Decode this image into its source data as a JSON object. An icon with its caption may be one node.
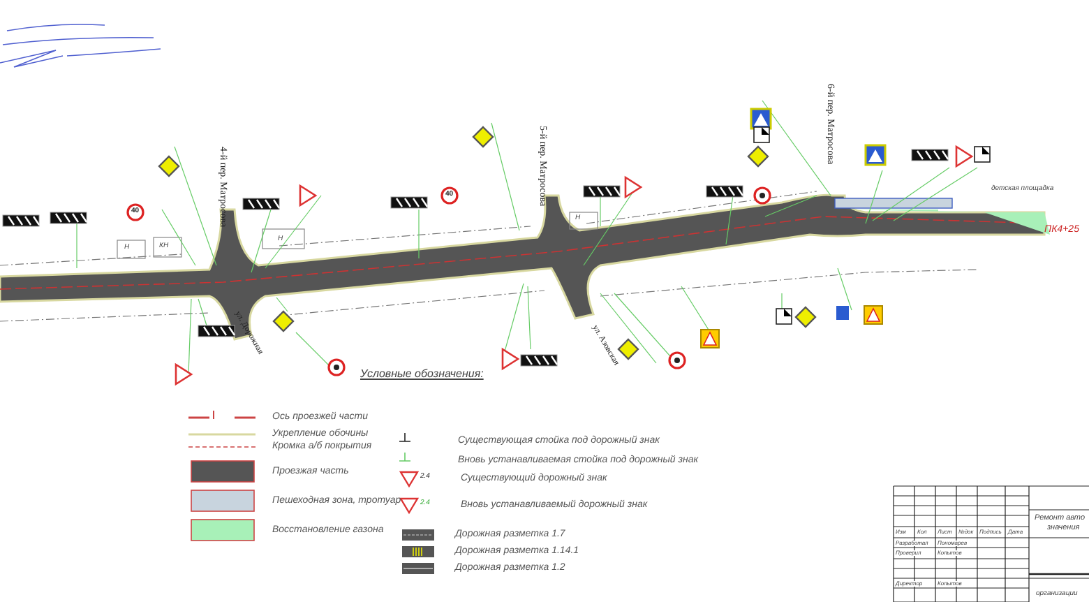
{
  "diagram": {
    "labels": [
      "4-й пер. Матросова",
      "5-й пер. Матросова",
      "6-й пер. Матросова",
      "ул. Дорожная",
      "ул. Азовская",
      "40",
      "40",
      "Н",
      "КН",
      "Н",
      "Н",
      "детская площадка",
      "ПК4+25",
      "Условные обозначения:",
      "2.4",
      "2.4",
      "Изм",
      "Кол",
      "Лист",
      "№док",
      "Подпись",
      "Дата",
      "Разработал",
      "Пономарев",
      "Проверил",
      "Копытов",
      "Директор",
      "Копытов",
      "Ремонт авто",
      "значения",
      "организации"
    ],
    "legend": [
      {
        "text": "Ось проезжей части"
      },
      {
        "text": "Укрепление обочины"
      },
      {
        "text": "Кромка а/б покрытия"
      },
      {
        "text": "Проезжая часть",
        "color": "#555555"
      },
      {
        "text": "Пешеходная зона, тротуар",
        "color": "#c8d4de"
      },
      {
        "text": "Восстановление газона",
        "color": "#a8f0b8"
      },
      {
        "text": "Существующая стойка под дорожный знак"
      },
      {
        "text": "Вновь устанавливаемая стойка под дорожный знак"
      },
      {
        "text": "Существующий дорожный знак"
      },
      {
        "text": "Вновь устанавливаемый дорожный знак"
      },
      {
        "text": "Дорожная разметка 1.7"
      },
      {
        "text": "Дорожная разметка 1.14.1"
      },
      {
        "text": "Дорожная разметка 1.2"
      }
    ]
  }
}
